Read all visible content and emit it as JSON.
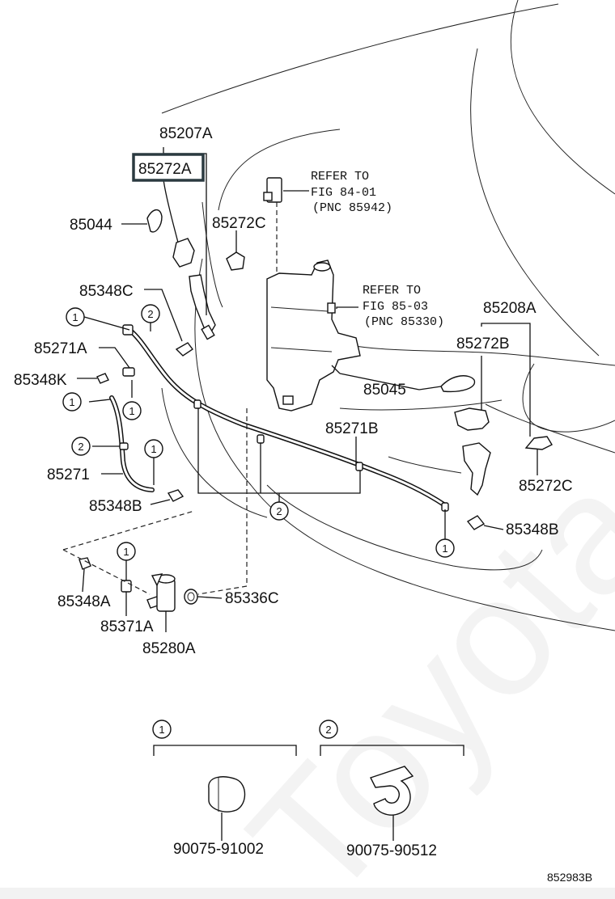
{
  "watermark": "Toyota",
  "labels": {
    "p85207A": "85207A",
    "p85272A": "85272A",
    "p85044": "85044",
    "p85272C_top": "85272C",
    "p85348C": "85348C",
    "p85271A": "85271A",
    "p85348K": "85348K",
    "p85271": "85271",
    "p85348B_left": "85348B",
    "p85348A": "85348A",
    "p85371A": "85371A",
    "p85280A": "85280A",
    "p85336C": "85336C",
    "p85271B": "85271B",
    "p85045": "85045",
    "p85208A": "85208A",
    "p85272B": "85272B",
    "p85272C_right": "85272C",
    "p85348B_right": "85348B",
    "p90075_91002": "90075-91002",
    "p90075_90512": "90075-90512",
    "figure_id": "852983B"
  },
  "refer1": {
    "line1": "REFER TO",
    "line2": "FIG 84-01",
    "line3": "(PNC 85942)"
  },
  "refer2": {
    "line1": "REFER TO",
    "line2": "FIG 85-03",
    "line3": "(PNC 85330)"
  },
  "callouts": {
    "one": "1",
    "two": "2"
  },
  "highlight_color": "#2b3a40"
}
